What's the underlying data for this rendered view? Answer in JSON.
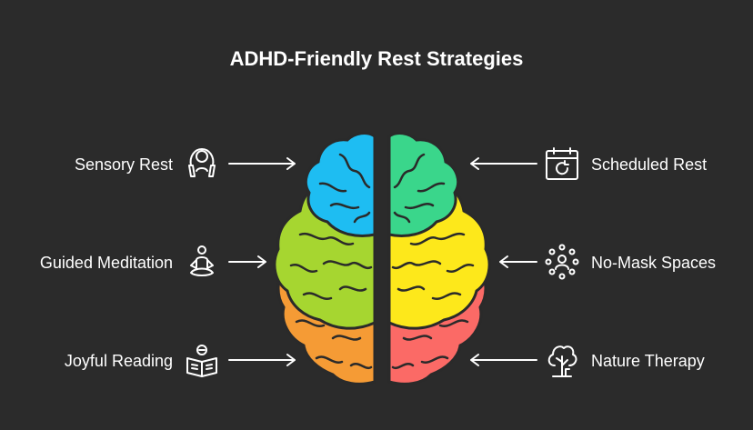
{
  "title": "ADHD-Friendly Rest Strategies",
  "colors": {
    "background": "#2b2b2b",
    "blue": "#1ebdf2",
    "green_light": "#a6d630",
    "orange": "#f59b35",
    "teal": "#3ad68b",
    "yellow": "#fde81b",
    "red": "#fb6a66",
    "outline": "#2a2a2a"
  },
  "left_items": [
    {
      "label": "Sensory Rest",
      "icon": "headphones-icon"
    },
    {
      "label": "Guided Meditation",
      "icon": "meditation-icon"
    },
    {
      "label": "Joyful Reading",
      "icon": "reading-icon"
    }
  ],
  "right_items": [
    {
      "label": "Scheduled Rest",
      "icon": "calendar-icon"
    },
    {
      "label": "No-Mask Spaces",
      "icon": "people-circle-icon"
    },
    {
      "label": "Nature Therapy",
      "icon": "tree-icon"
    }
  ]
}
